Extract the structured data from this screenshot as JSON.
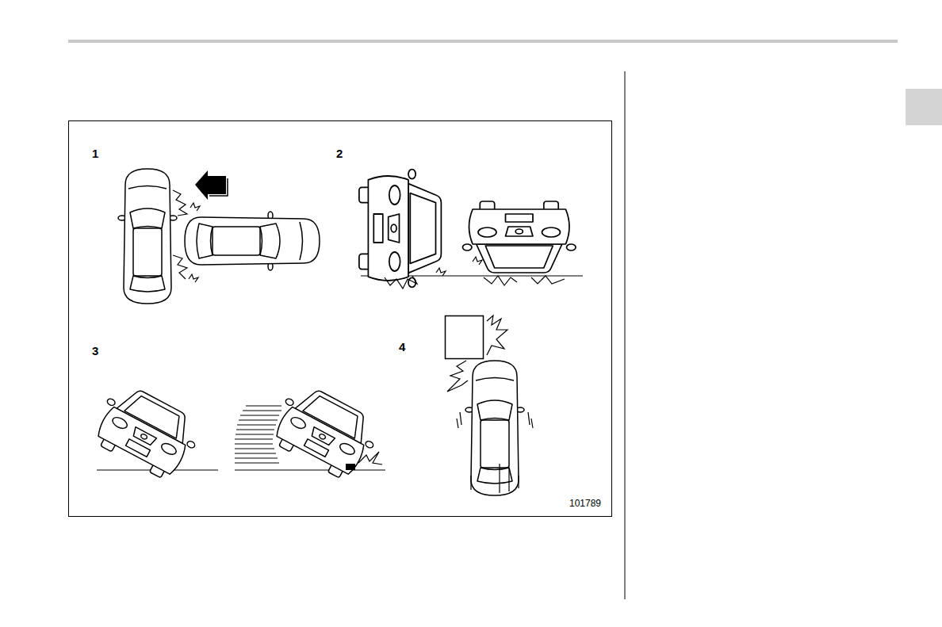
{
  "diagram": {
    "labels": [
      "1",
      "2",
      "3",
      "4",
      "101789"
    ]
  }
}
